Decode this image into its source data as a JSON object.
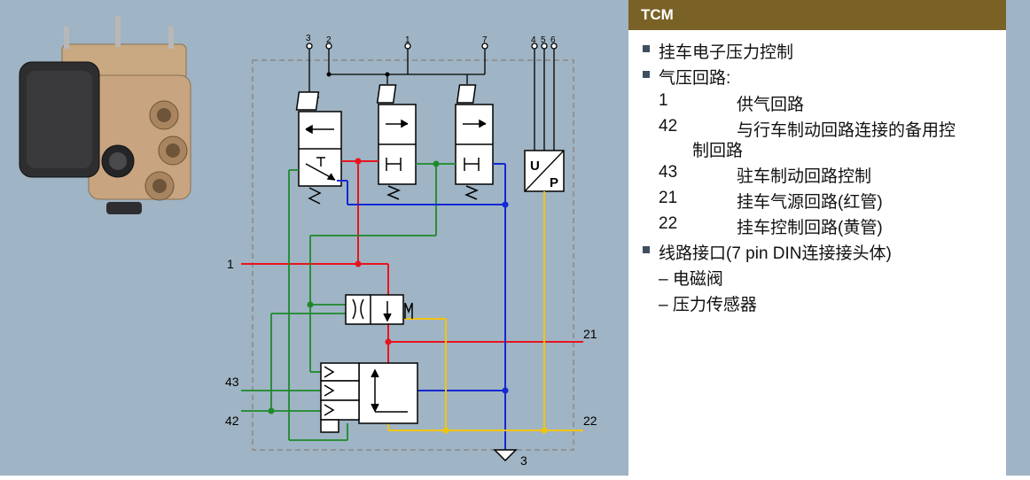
{
  "header": {
    "title": "TCM"
  },
  "bullets": [
    {
      "text": "挂车电子压力控制"
    },
    {
      "text": "气压回路:"
    }
  ],
  "ports": [
    {
      "num": "1",
      "desc": "供气回路"
    },
    {
      "num": "42",
      "desc": "与行车制动回路连接的备用控",
      "desc2": "制回路"
    },
    {
      "num": "43",
      "desc": "驻车制动回路控制"
    },
    {
      "num": "21",
      "desc": "挂车气源回路(红管)"
    },
    {
      "num": "22",
      "desc": "挂车控制回路(黄管)"
    }
  ],
  "connector": {
    "text": "线路接口(7 pin DIN连接接头体)",
    "items": [
      "– 电磁阀",
      "– 压力传感器"
    ]
  },
  "diagram": {
    "pins": [
      "3",
      "2",
      "1",
      "7",
      "4",
      "5",
      "6"
    ],
    "port_labels": {
      "p1": "1",
      "p43": "43",
      "p42": "42",
      "p21": "21",
      "p22": "22",
      "p3": "3"
    },
    "sensor_u": "U",
    "sensor_p": "P"
  },
  "colors": {
    "red": "#e8141e",
    "green": "#1d8a2a",
    "blue": "#1428d4",
    "yellow": "#f2c40c",
    "header": "#7a6226",
    "panel": "#9fb4c4"
  }
}
